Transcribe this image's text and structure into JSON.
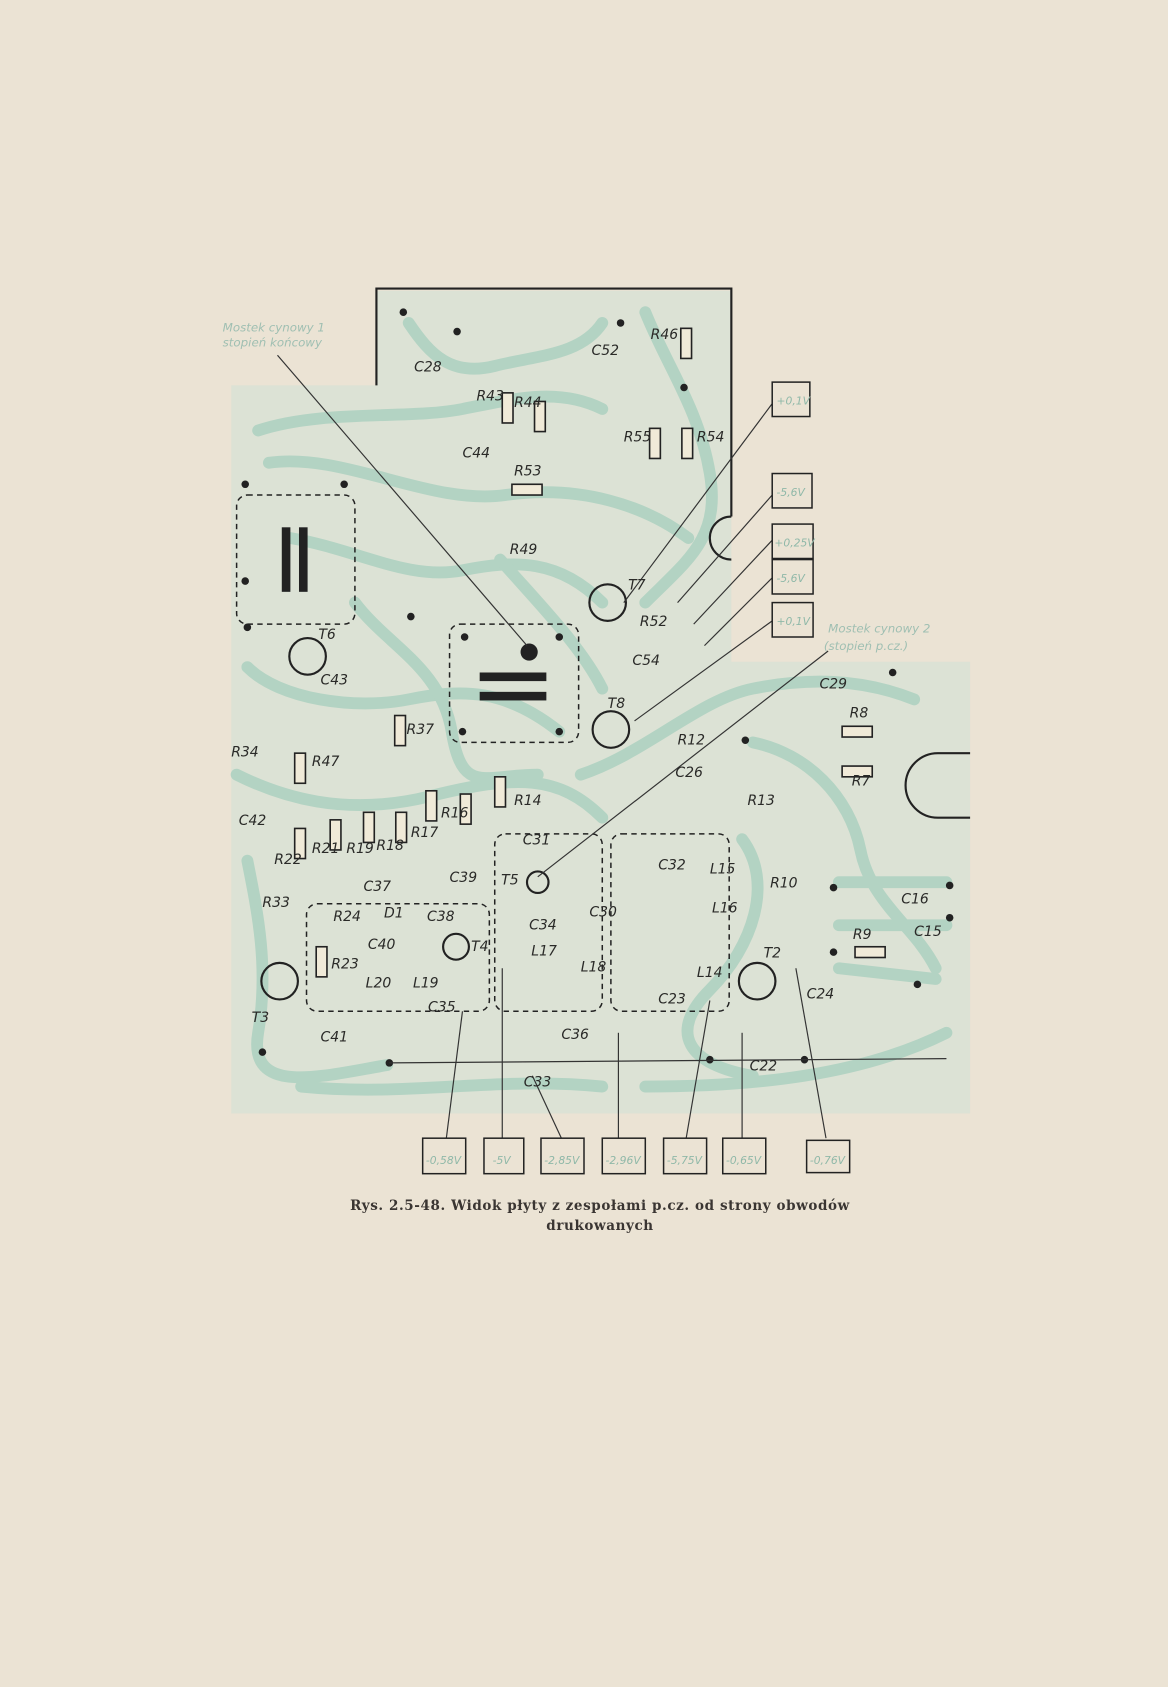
{
  "figure": {
    "caption_line1": "Rys. 2.5-48. Widok płyty z zespołami p.cz. od strony obwodów",
    "caption_line2": "drukowanych",
    "notes": [
      "Mostek cynowy 1",
      "stopień końcowy",
      "Mostek cynowy 2",
      "(stopień p.cz.)"
    ],
    "voltages_right": [
      "+0,1V",
      "-5,6V",
      "+0,25V",
      "-5,6V",
      "+0,1V"
    ],
    "voltages_bottom": [
      "-0,58V",
      "-5V",
      "-2,85V",
      "-2,96V",
      "-5,75V",
      "-0,65V",
      "-0,76V"
    ],
    "components": [
      "C28",
      "C52",
      "R46",
      "R43",
      "R44",
      "R55",
      "R54",
      "C44",
      "R53",
      "R49",
      "T7",
      "R52",
      "C54",
      "T6",
      "C43",
      "R37",
      "T8",
      "R12",
      "C26",
      "R13",
      "C29",
      "R8",
      "R7",
      "R10",
      "C16",
      "C15",
      "R9",
      "T2",
      "C24",
      "C22",
      "R34",
      "R47",
      "C42",
      "R22",
      "R21",
      "R19",
      "R18",
      "R17",
      "R16",
      "R14",
      "R33",
      "C37",
      "C39",
      "R24",
      "D1",
      "C38",
      "T4",
      "C40",
      "R23",
      "L20",
      "L19",
      "C35",
      "T3",
      "C41",
      "C31",
      "T5",
      "C30",
      "C34",
      "L17",
      "L18",
      "C36",
      "C33",
      "C32",
      "L15",
      "L16",
      "L14",
      "C23"
    ],
    "colors": {
      "paper": "#ebe3d4",
      "trace": "#b3d3c3",
      "ink": "#2a2a28"
    }
  }
}
